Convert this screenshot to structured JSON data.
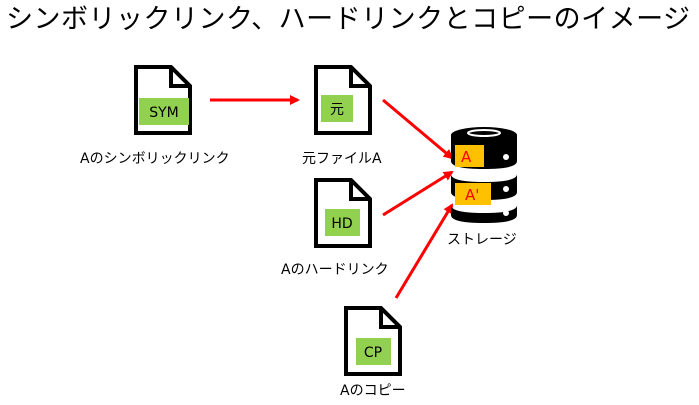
{
  "title": "シンボリックリンク、ハードリンクとコピーのイメージ",
  "nodes": {
    "symlink": {
      "tag": "SYM",
      "label": "Aのシンボリックリンク"
    },
    "original": {
      "tag": "元",
      "label": "元ファイルA"
    },
    "hardlink": {
      "tag": "HD",
      "label": "Aのハードリンク"
    },
    "copy": {
      "tag": "CP",
      "label": "Aのコピー"
    }
  },
  "storage": {
    "label": "ストレージ",
    "slots": [
      "A",
      "A'"
    ]
  },
  "colors": {
    "tag_fill": "#92d050",
    "slot_fill": "#ffc000",
    "slot_text": "#ff0000",
    "arrow": "#ff0000",
    "icon_stroke": "#000000"
  },
  "icons": {
    "file": "file-icon",
    "storage": "database-icon"
  }
}
